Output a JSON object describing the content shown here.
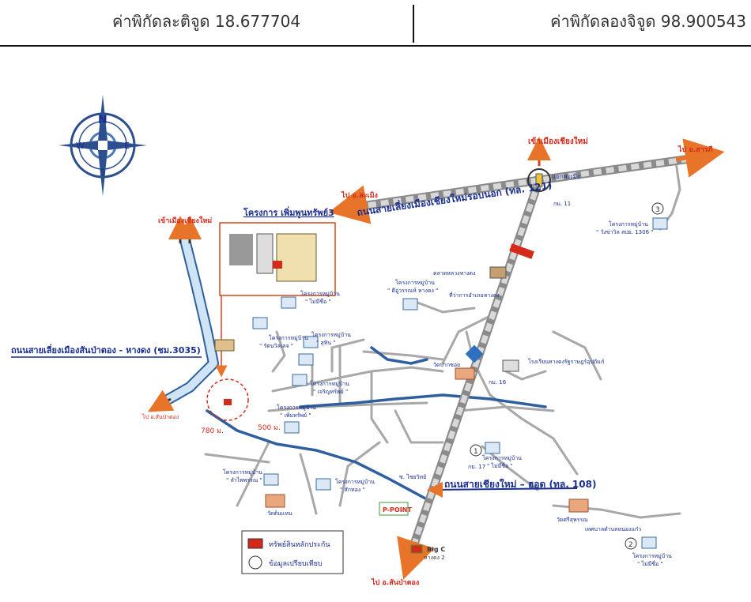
{
  "header": {
    "latitude_label": "ค่าพิกัดละติจูด",
    "latitude_value": "18.677704",
    "longitude_label": "ค่าพิกัดลองจิจูด",
    "longitude_value": "98.900543"
  },
  "compass": {
    "n": "N",
    "s": "S",
    "e": "E",
    "w": "W"
  },
  "map": {
    "project_title": "โครงการ เพิ่มพูนทรัพย์3",
    "road_outer_ring": "ถนนสายเลี่ยงเมืองเชียงใหม่รอบนอก (ทล. 121)",
    "road_sanpatong": "ถนนสายเลี่ยงเมืองสันป่าตอง - หางดง (ชม.3035)",
    "road_chiangmai_hot": "ถนนสายเชียงใหม่ – ฮอด (ทล. 108)",
    "to_chiangmai_top": "เข้าเมืองเชียงใหม่",
    "to_chiangmai_left": "เข้าเมืองเชียงใหม่",
    "to_sarapi": "ไป อ.สารภี",
    "to_samoeng": "ไป อ.สะเมิง",
    "to_sanpatong": "ไป อ.สันป่าตอง",
    "to_sanpatong_left": "ไป อ.สันป่าตอง",
    "dist_780": "780 ม.",
    "dist_500": "500 ม.",
    "km_11": "กม. 11",
    "km_16": "กม. 16",
    "km_17": "กม. 17",
    "intersection": "แยกสะเมิง",
    "big_c": "Big C",
    "big_c_branch": "หางดง 2",
    "ppoint": "P-POINT",
    "market": "ตลาดหลวงหางดง",
    "district_office": "ที่ว่าการอำเภอหางดง",
    "temple_1": "วัดปากซอย",
    "temple_2": "วัดต้นแหน",
    "temple_3": "วัดศรีสุพรรณ",
    "school": "โรงเรียนหางดงรัฐราษฎร์อุปถัมภ์",
    "subdistrict_office": "เทศบาลตำบลหนองแก๋ว",
    "seven_eleven": "ซ. ไชยวิทย์",
    "villages": [
      {
        "name": "โครงการหมู่บ้าน",
        "sub": "\" ไม่มีชื่อ \""
      },
      {
        "name": "โครงการหมู่บ้าน",
        "sub": "\" รัตนวิลเลจ \""
      },
      {
        "name": "โครงการหมู่บ้าน",
        "sub": "\" สุทิน \""
      },
      {
        "name": "โครงการหมู่บ้าน",
        "sub": "\" เจริญทรัพย์ \""
      },
      {
        "name": "โครงการหมู่บ้าน",
        "sub": "\" เพิ่มทรัพย์ \""
      },
      {
        "name": "โครงการหมู่บ้าน",
        "sub": "\" ลำไพพรรณ \""
      },
      {
        "name": "โครงการหมู่บ้าน",
        "sub": "\" สักทอง \""
      },
      {
        "name": "โครงการหมู่บ้าน",
        "sub": "\" ดีอู่วรรณห์ หางดง \""
      },
      {
        "name": "โครงการหมู่บ้าน",
        "sub": "\" ไม่มีชื่อ \""
      },
      {
        "name": "โครงการหมู่บ้าน",
        "sub": "\" ไม่มีชื่อ \""
      },
      {
        "name": "โครงการหมู่บ้าน",
        "sub": "\" วังข่าวิล สปย. 1306 \""
      }
    ],
    "markers": [
      "1",
      "2",
      "3"
    ],
    "legend": {
      "property": "ทรัพย์สินหลักประกัน",
      "comparable": "ข้อมูลเปรียบเทียบ"
    }
  },
  "colors": {
    "road_main": "#b0b0b0",
    "road_blue": "#2f5f9e",
    "arrow_red": "#e03a2a",
    "label_red": "#d42a1a",
    "label_blue": "#1a2f8e"
  }
}
